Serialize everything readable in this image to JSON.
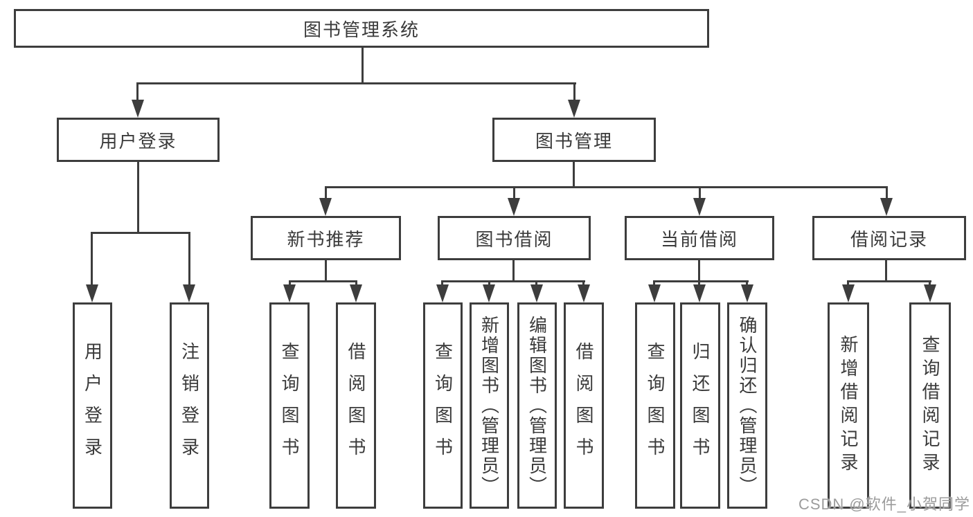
{
  "colors": {
    "line": "#3d3d3d",
    "text": "#3a3a3a",
    "background": "#ffffff",
    "watermark": "#9c9c9c"
  },
  "tree": {
    "root": "图书管理系统",
    "level2": [
      "用户登录",
      "图书管理"
    ],
    "level3": [
      "新书推荐",
      "图书借阅",
      "当前借阅",
      "借阅记录"
    ],
    "leaves_user_login": [
      "用户登录",
      "注销登录"
    ],
    "leaves_new_books": [
      "查询图书",
      "借阅图书"
    ],
    "leaves_book_borrow": [
      "查询图书",
      "新增图书（管理员）",
      "编辑图书（管理员）",
      "借阅图书"
    ],
    "leaves_current_borrow": [
      "查询图书",
      "归还图书",
      "确认归还（管理员）"
    ],
    "leaves_borrow_records": [
      "新增借阅记录",
      "查询借阅记录"
    ]
  },
  "watermark": {
    "text": "CSDN @软件_小贺同学"
  }
}
